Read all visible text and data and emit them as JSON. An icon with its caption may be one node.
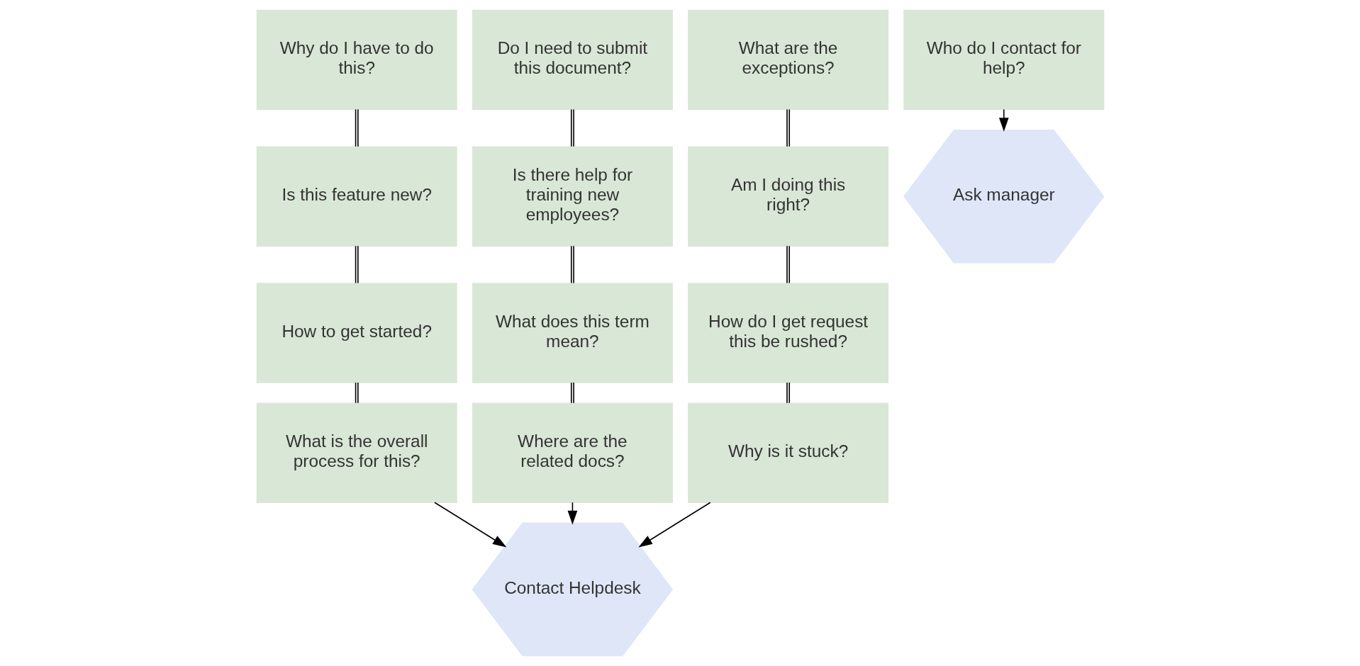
{
  "diagram": {
    "nodes": [
      {
        "text": [
          "Why do I have to do this?"
        ]
      },
      {
        "text": [
          "Do I need to submit this document?"
        ]
      },
      {
        "text": [
          "What are the exceptions?"
        ]
      },
      {
        "text": [
          "Is this feature new?"
        ]
      },
      {
        "text": [
          "Is there help for training new employees?"
        ]
      },
      {
        "text": [
          "Am I doing this right?"
        ]
      },
      {
        "text": [
          "How to get started?"
        ]
      },
      {
        "text": [
          "What does this term mean?"
        ]
      },
      {
        "text": [
          "How do I get request this be rushed?"
        ]
      },
      {
        "text": [
          "What is the overall process for this?"
        ]
      },
      {
        "text": [
          "Where are the related docs?"
        ]
      },
      {
        "text": [
          "Why is it stuck?"
        ]
      },
      {
        "text": [
          "Who do I contact for help?"
        ]
      },
      {
        "text": [
          "Contact Helpdesk"
        ]
      },
      {
        "text": [
          "Ask manager"
        ]
      }
    ],
    "edges": [
      {
        "from": 0,
        "to": 3,
        "arrow": "none"
      },
      {
        "from": 3,
        "to": 6,
        "arrow": "none"
      },
      {
        "from": 6,
        "to": 9,
        "arrow": "none"
      },
      {
        "from": 1,
        "to": 4,
        "arrow": "none"
      },
      {
        "from": 4,
        "to": 7,
        "arrow": "none"
      },
      {
        "from": 7,
        "to": 10,
        "arrow": "none"
      },
      {
        "from": 2,
        "to": 5,
        "arrow": "none"
      },
      {
        "from": 5,
        "to": 8,
        "arrow": "none"
      },
      {
        "from": 8,
        "to": 11,
        "arrow": "none"
      },
      {
        "from": 9,
        "to": 13,
        "arrow": "to"
      },
      {
        "from": 10,
        "to": 13,
        "arrow": "to"
      },
      {
        "from": 11,
        "to": 13,
        "arrow": "to"
      },
      {
        "from": 12,
        "to": 14,
        "arrow": "to"
      }
    ]
  }
}
